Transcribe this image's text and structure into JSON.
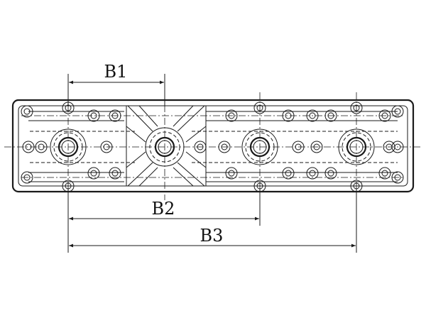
{
  "dimensions": {
    "b1": "B1",
    "b2": "B2",
    "b3": "B3"
  },
  "colors": {
    "line": "#1a1a1a",
    "background": "#ffffff"
  }
}
